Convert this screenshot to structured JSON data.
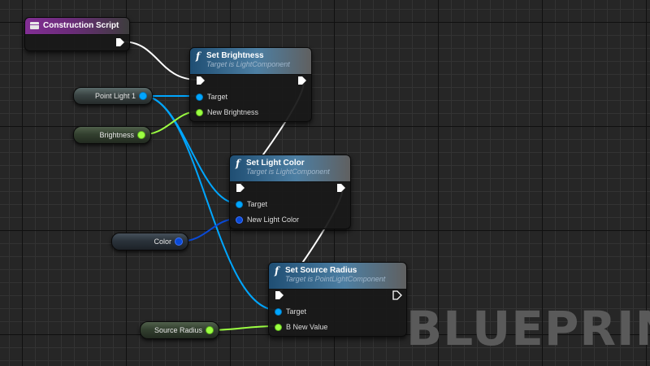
{
  "watermark": "BLUEPRINT",
  "colors": {
    "exec_wire": "#ffffff",
    "object_wire": "#00a6ff",
    "float_wire": "#9cff42",
    "color_wire": "#0a4ad6"
  },
  "event_node": {
    "title": "Construction Script",
    "icon": "event-icon"
  },
  "nodes": {
    "set_brightness": {
      "title": "Set Brightness",
      "subtitle": "Target is LightComponent",
      "pins": {
        "target": "Target",
        "value": "New Brightness"
      }
    },
    "set_light_color": {
      "title": "Set Light Color",
      "subtitle": "Target is LightComponent",
      "pins": {
        "target": "Target",
        "value": "New Light Color"
      }
    },
    "set_source_radius": {
      "title": "Set Source Radius",
      "subtitle": "Target is PointLightComponent",
      "pins": {
        "target": "Target",
        "value": "B New Value"
      }
    }
  },
  "variables": {
    "point_light": "Point Light 1",
    "brightness": "Brightness",
    "color": "Color",
    "source_radius": "Source Radius"
  }
}
